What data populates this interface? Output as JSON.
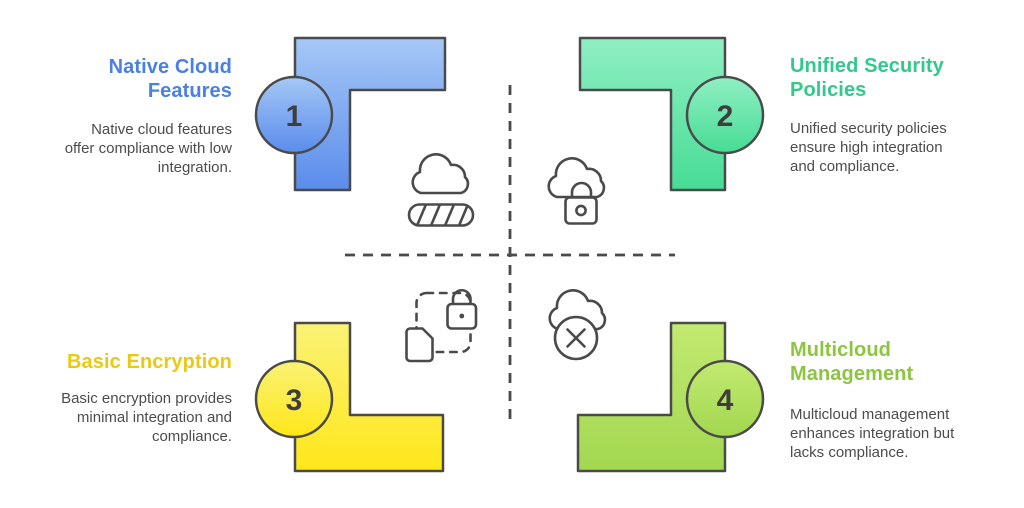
{
  "figure": {
    "background_color": "#ffffff",
    "outline_color": "#4a4a4a",
    "divider": {
      "style": "dashed",
      "color": "#4a4a4a"
    }
  },
  "quadrants": [
    {
      "number": "1",
      "title": "Native Cloud\nFeatures",
      "description": "Native cloud features\noffer compliance with low\nintegration.",
      "accent_color": "#4a7fe6",
      "gradient_top": "#a6c8f6",
      "gradient_bottom": "#5a8ceb",
      "icon": "cloud-progress-icon"
    },
    {
      "number": "2",
      "title": "Unified Security\nPolicies",
      "description": "Unified security policies\nensure high integration\nand compliance.",
      "accent_color": "#2fcb8c",
      "gradient_top": "#90efc4",
      "gradient_bottom": "#47dc95",
      "icon": "cloud-lock-icon"
    },
    {
      "number": "3",
      "title": "Basic Encryption",
      "description": "Basic encryption provides\nminimal integration and\ncompliance.",
      "accent_color": "#eac911",
      "gradient_top": "#faf276",
      "gradient_bottom": "#ffe719",
      "icon": "encrypted-file-icon"
    },
    {
      "number": "4",
      "title": "Multicloud\nManagement",
      "description": "Multicloud management\nenhances integration but\nlacks compliance.",
      "accent_color": "#8cc63f",
      "gradient_top": "#c2ea70",
      "gradient_bottom": "#a2d750",
      "icon": "cloud-error-icon"
    }
  ]
}
